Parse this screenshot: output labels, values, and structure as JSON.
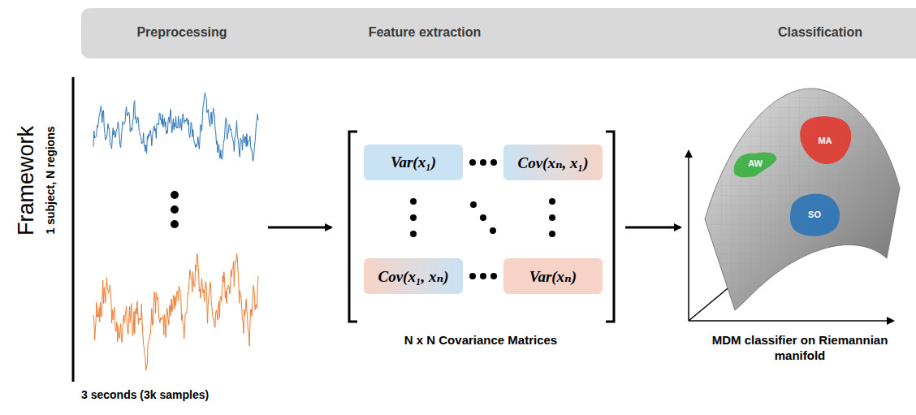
{
  "diagram": {
    "nodes": [
      {
        "text": [
          "Preprocessing",
          "Feature extraction",
          "Classification"
        ]
      },
      {
        "text": [
          "Var(x₁)"
        ]
      },
      {
        "text": [
          "Cov(xₙ, x₁)"
        ]
      },
      {
        "text": [
          "Cov(x₁, xₙ)"
        ]
      },
      {
        "text": [
          "Var(xₙ)"
        ]
      },
      {
        "text": [
          "AW"
        ]
      },
      {
        "text": [
          "MA"
        ]
      },
      {
        "text": [
          "SO"
        ]
      }
    ],
    "labels": [
      "Framework",
      "1 subject, N regions",
      "3 seconds (3k samples)",
      "N x N Covariance Matrices",
      "MDM classifier on Riemannian manifold"
    ]
  }
}
